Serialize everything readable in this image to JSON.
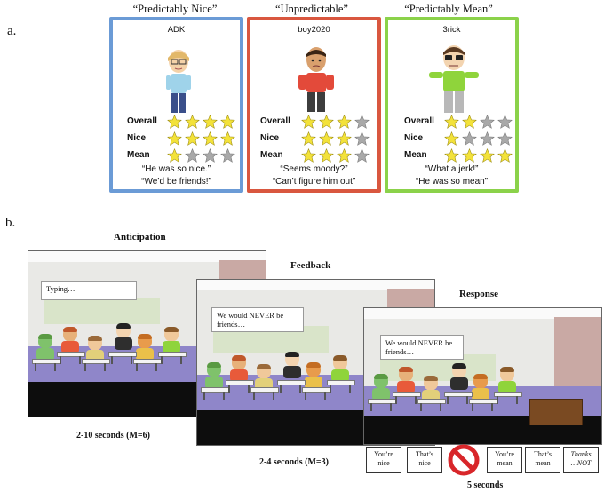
{
  "panel_a": {
    "letter": "a.",
    "row_labels": [
      "Overall",
      "Nice",
      "Mean"
    ],
    "columns": [
      {
        "title": "“Predictably Nice”",
        "name": "ADK",
        "border_color": "#6b9bd6",
        "ratings": {
          "overall": 4,
          "nice": 4,
          "mean": 1
        },
        "quotes": [
          "“He was so nice.”",
          "“We’d be friends!”"
        ]
      },
      {
        "title": "“Unpredictable”",
        "name": "boy2020",
        "border_color": "#d9573f",
        "ratings": {
          "overall": 3,
          "nice": 3,
          "mean": 3
        },
        "quotes": [
          "“Seems moody?”",
          "“Can’t figure him out”"
        ]
      },
      {
        "title": "“Predictably Mean”",
        "name": "3rick",
        "border_color": "#8bd24a",
        "ratings": {
          "overall": 2,
          "nice": 1,
          "mean": 4
        },
        "quotes": [
          "“What a jerk!”",
          "“He was so mean”"
        ]
      }
    ]
  },
  "panel_b": {
    "letter": "b.",
    "stages": [
      {
        "title": "Anticipation",
        "bubble_text": "Typing…",
        "timing": "2-10 seconds (M=6)"
      },
      {
        "title": "Feedback",
        "bubble_text": "We would NEVER be friends…",
        "timing": "2-4 seconds (M=3)"
      },
      {
        "title": "Response",
        "bubble_text": "We would NEVER be friends…",
        "timing": "5 seconds"
      }
    ],
    "response_options": [
      {
        "line1": "You’re",
        "line2": "nice"
      },
      {
        "line1": "That’s",
        "line2": "nice"
      },
      {
        "line1": "You’re",
        "line2": "mean"
      },
      {
        "line1": "That’s",
        "line2": "mean"
      },
      {
        "line1": "Thanks",
        "line2": "…NOT"
      }
    ],
    "no_response_icon": "prohibited-icon"
  },
  "colors": {
    "star_fill": "#f3e23a",
    "star_empty": "#a9a9a9",
    "floor": "#8f86c9",
    "wall": "#c9a9a4",
    "ceiling": "#efefef"
  }
}
